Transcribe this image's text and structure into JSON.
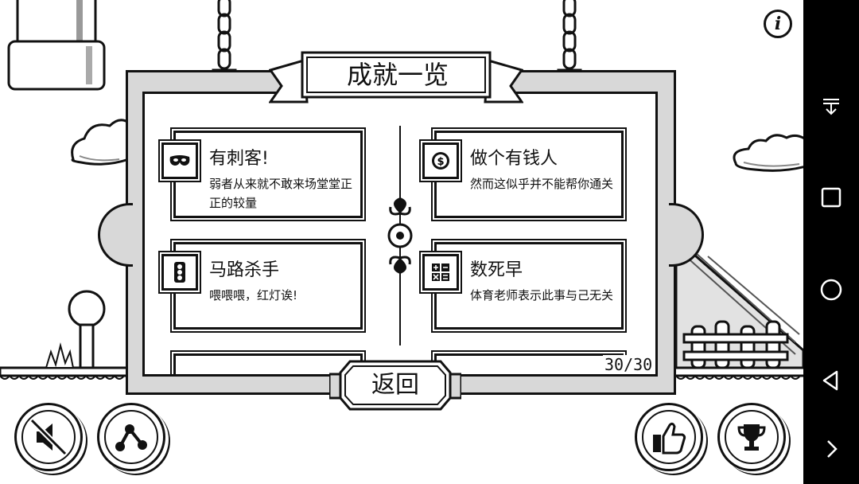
{
  "header": {
    "title": "成就一览"
  },
  "achievements": [
    {
      "title": "有刺客!",
      "desc": "弱者从来就不敢来场堂堂正正的较量",
      "icon": "mask-icon"
    },
    {
      "title": "做个有钱人",
      "desc": "然而这似乎并不能帮你通关",
      "icon": "coin-icon"
    },
    {
      "title": "马路杀手",
      "desc": "喂喂喂，红灯诶!",
      "icon": "traffic-light-icon"
    },
    {
      "title": "数死早",
      "desc": "体育老师表示此事与己无关",
      "icon": "calculator-icon"
    }
  ],
  "progress": {
    "text": "30/30"
  },
  "buttons": {
    "back": "返回"
  },
  "info": {
    "label": "i"
  },
  "colors": {
    "ink": "#111111",
    "panel": "#d8d8d8",
    "paper": "#ffffff"
  }
}
